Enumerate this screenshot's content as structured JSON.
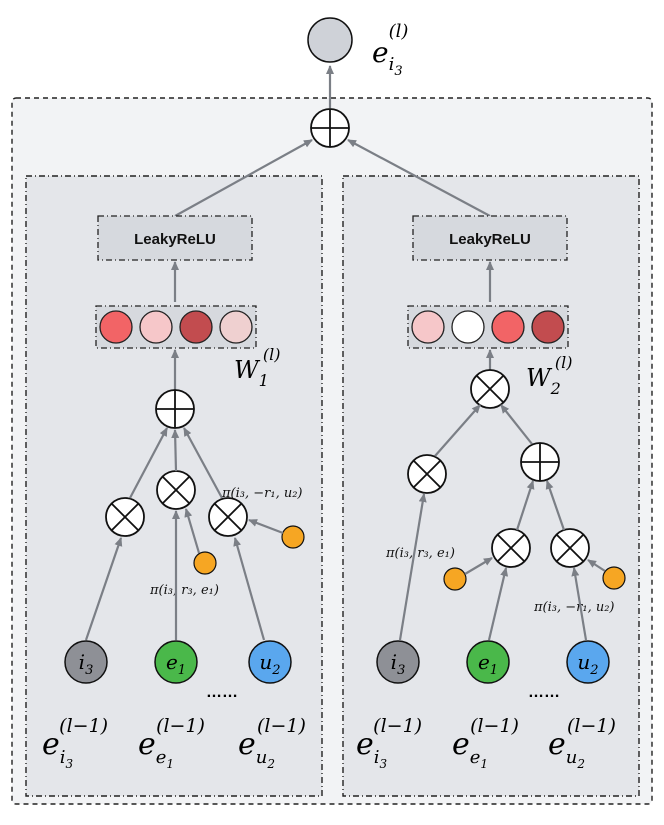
{
  "output": {
    "base": "e",
    "sub": "i",
    "subsub": "3",
    "sup": "(l)"
  },
  "left_panel": {
    "activation": "LeakyReLU",
    "weight": {
      "base": "W",
      "sub": "1",
      "sup": "(l)"
    },
    "vector_colors": [
      "#f26466",
      "#f6c7c9",
      "#c24c4f",
      "#efd0d0"
    ],
    "path_label_1": "π(i₃, r₃, e₁)",
    "path_label_2": "π(i₃, −r₁, u₂)",
    "nodes": {
      "n1": "i",
      "n1_sub": "3",
      "n2": "e",
      "n2_sub": "1",
      "n3": "u",
      "n3_sub": "2"
    },
    "ellipsis": "……",
    "embeddings": [
      {
        "base": "e",
        "sub": "i",
        "subsub": "3",
        "sup": "(l−1)"
      },
      {
        "base": "e",
        "sub": "e",
        "subsub": "1",
        "sup": "(l−1)"
      },
      {
        "base": "e",
        "sub": "u",
        "subsub": "2",
        "sup": "(l−1)"
      }
    ]
  },
  "right_panel": {
    "activation": "LeakyReLU",
    "weight": {
      "base": "W",
      "sub": "2",
      "sup": "(l)"
    },
    "vector_colors": [
      "#f6c7c9",
      "#ffffff",
      "#f26466",
      "#c24c4f"
    ],
    "path_label_1": "π(i₃, r₃, e₁)",
    "path_label_2": "π(i₃, −r₁, u₂)",
    "nodes": {
      "n1": "i",
      "n1_sub": "3",
      "n2": "e",
      "n2_sub": "1",
      "n3": "u",
      "n3_sub": "2"
    },
    "ellipsis": "……",
    "embeddings": [
      {
        "base": "e",
        "sub": "i",
        "subsub": "3",
        "sup": "(l−1)"
      },
      {
        "base": "e",
        "sub": "e",
        "subsub": "1",
        "sup": "(l−1)"
      },
      {
        "base": "e",
        "sub": "u",
        "subsub": "2",
        "sup": "(l−1)"
      }
    ]
  },
  "colors": {
    "node_i": "#8e9096",
    "node_e": "#4ab84a",
    "node_u": "#5aa7ee",
    "node_orange": "#f6a623",
    "output_node": "#cfd2d8",
    "outer_bg": "#f2f3f5",
    "panel_bg": "#e4e6ea",
    "box_bg": "#d6d9de"
  }
}
